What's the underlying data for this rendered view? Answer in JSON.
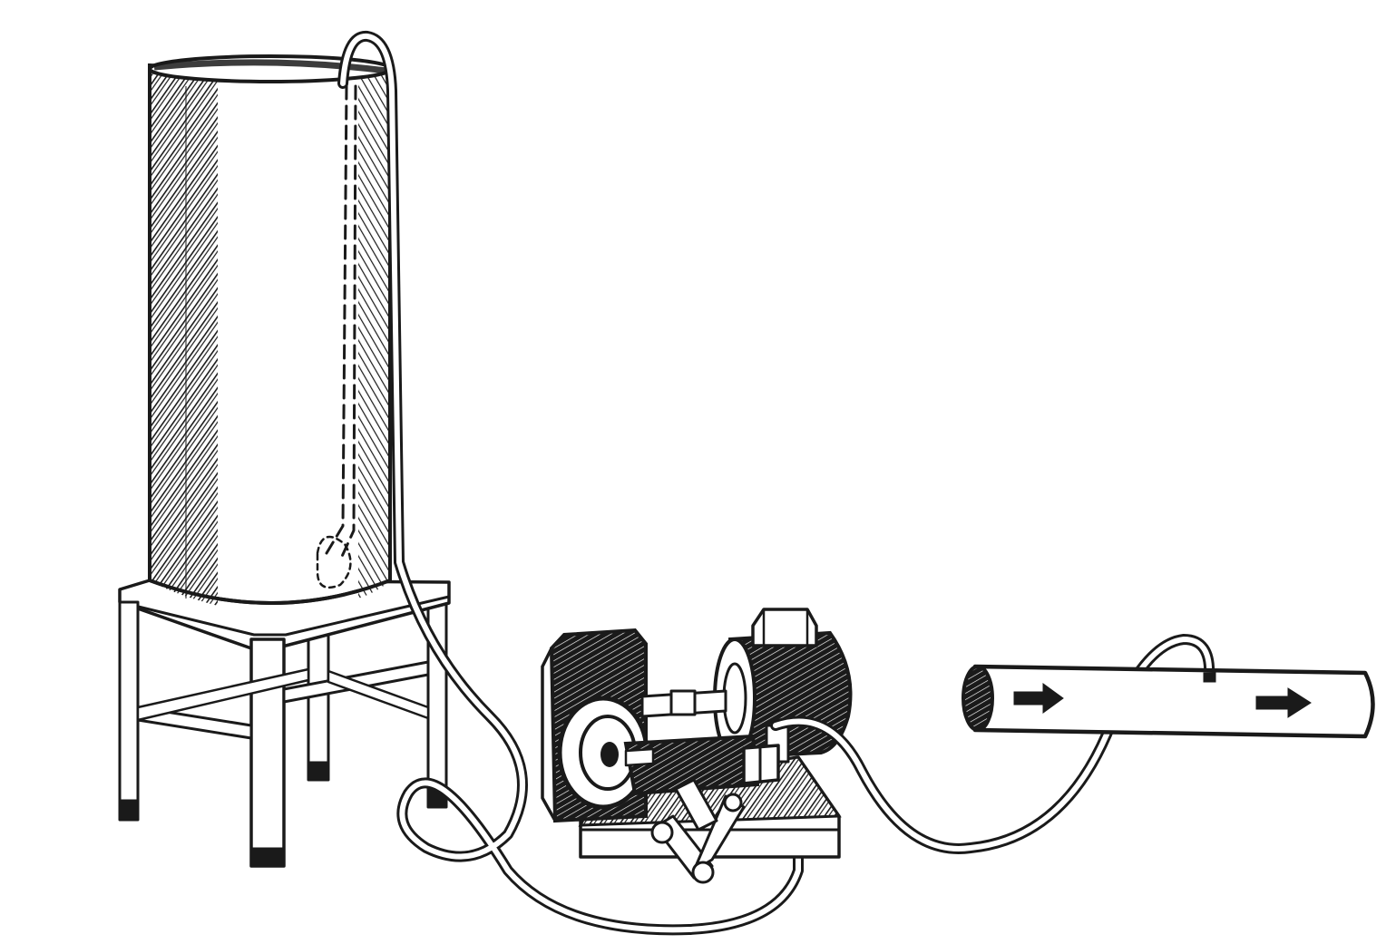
{
  "illustration": {
    "components": [
      {
        "id": "supply-tank",
        "icon": "tank-icon"
      },
      {
        "id": "tank-stand",
        "icon": "stand-icon"
      },
      {
        "id": "dip-tube",
        "icon": "dip-tube-icon"
      },
      {
        "id": "suction-hose",
        "icon": "hose-icon"
      },
      {
        "id": "electric-motor",
        "icon": "motor-icon"
      },
      {
        "id": "metering-pump",
        "icon": "pump-icon"
      },
      {
        "id": "discharge-hose",
        "icon": "hose-icon"
      },
      {
        "id": "injection-pipe",
        "icon": "pipe-icon"
      }
    ],
    "flow_direction": "right",
    "colors": {
      "ink": "#1a1a1a",
      "paper": "#ffffff"
    }
  }
}
